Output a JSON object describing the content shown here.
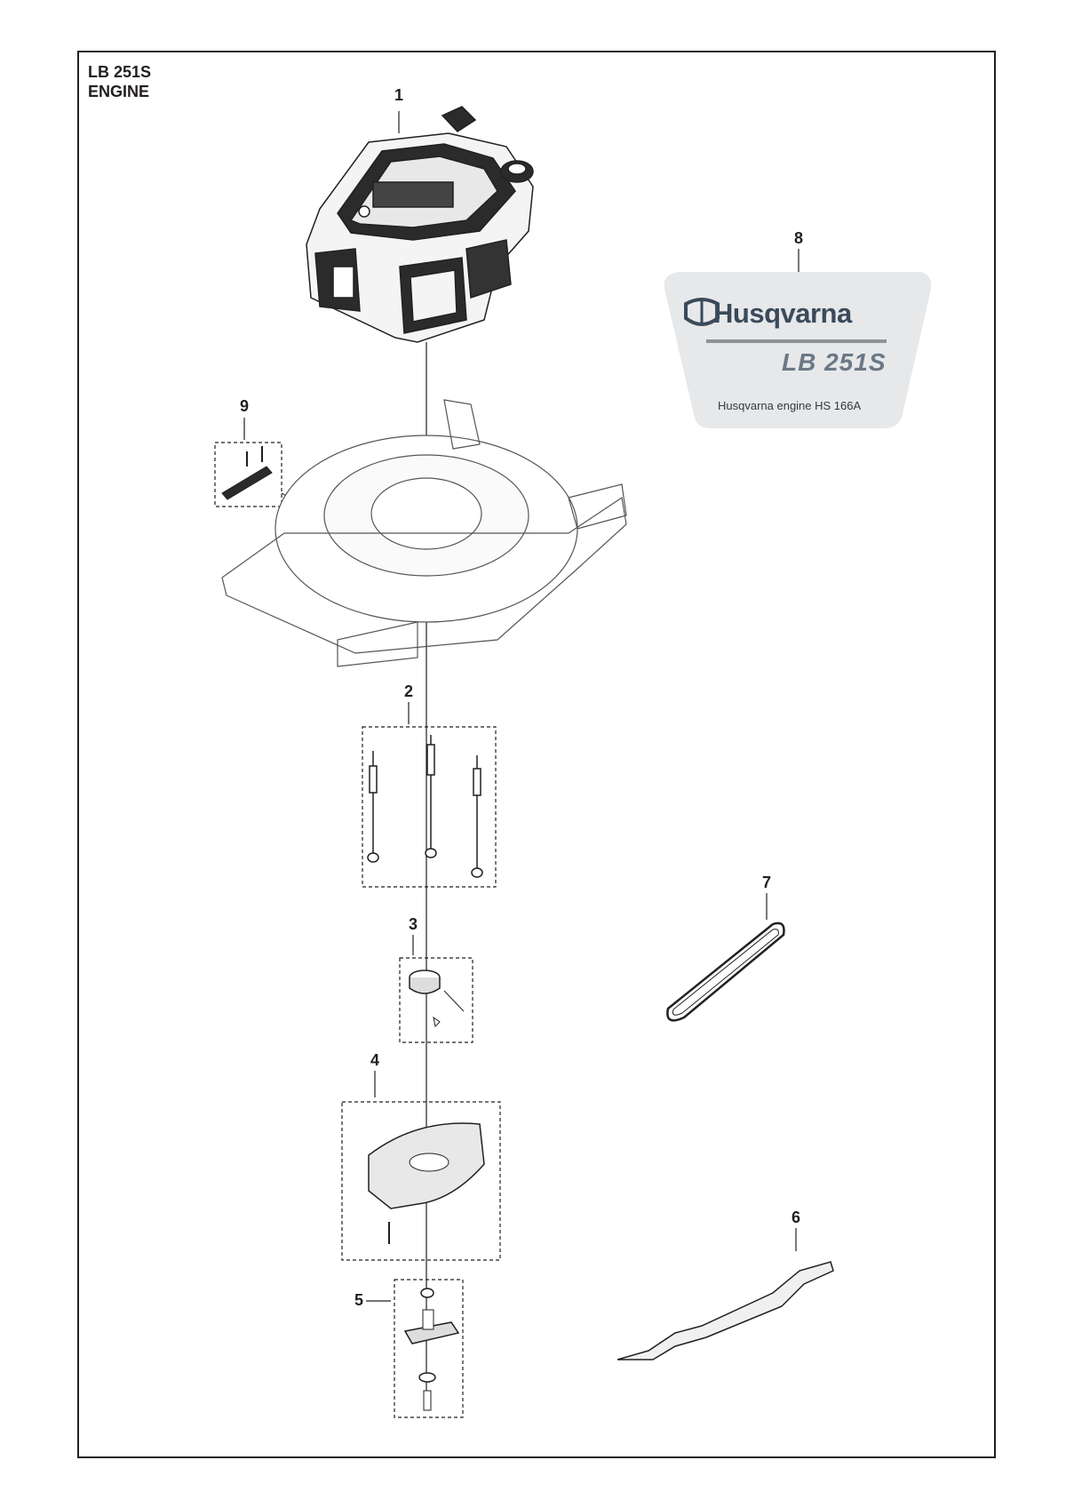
{
  "header": {
    "model": "LB 251S",
    "section": "ENGINE"
  },
  "callouts": [
    {
      "id": "1",
      "label": "1"
    },
    {
      "id": "2",
      "label": "2"
    },
    {
      "id": "3",
      "label": "3"
    },
    {
      "id": "4",
      "label": "4"
    },
    {
      "id": "5",
      "label": "5"
    },
    {
      "id": "6",
      "label": "6"
    },
    {
      "id": "7",
      "label": "7"
    },
    {
      "id": "8",
      "label": "8"
    },
    {
      "id": "9",
      "label": "9"
    }
  ],
  "decal": {
    "brand": "Husqvarna",
    "model": "LB 251S",
    "engine_text": "Husqvarna engine HS 166A"
  },
  "colors": {
    "line": "#231f20",
    "decal_bg": "#e6e8ea",
    "decal_rule": "#8c9499",
    "brand": "#3a4a5a"
  }
}
